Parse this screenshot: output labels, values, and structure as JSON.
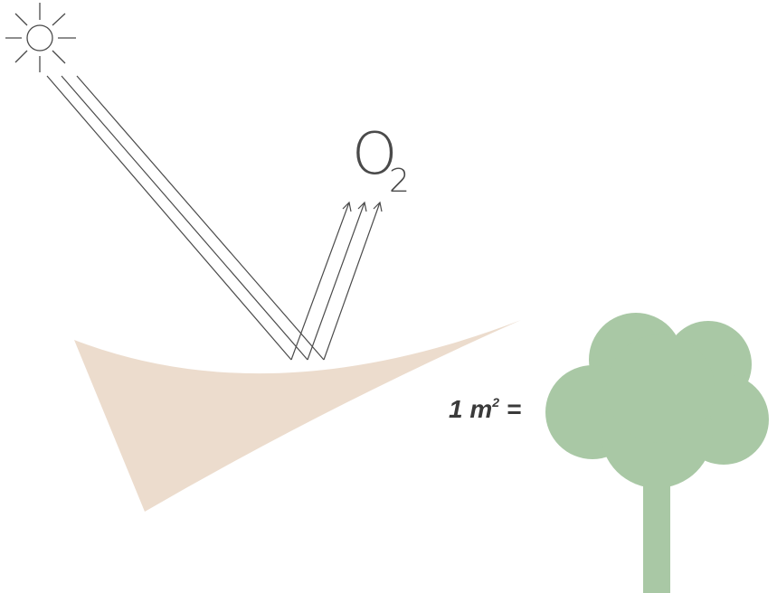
{
  "colors": {
    "sail": "#ecdccd",
    "tree": "#a9c8a5",
    "line": "#4a4a4a",
    "text": "#4a4a4a",
    "equation_text": "#3a3a3a"
  },
  "icons": {
    "sun": "sun-icon",
    "tree": "tree-icon",
    "sail": "shade-sail-icon"
  },
  "o2": {
    "letter": "O",
    "subscript": "2"
  },
  "equation": {
    "lead": "1 m",
    "exponent": "2",
    "trail": " ="
  }
}
